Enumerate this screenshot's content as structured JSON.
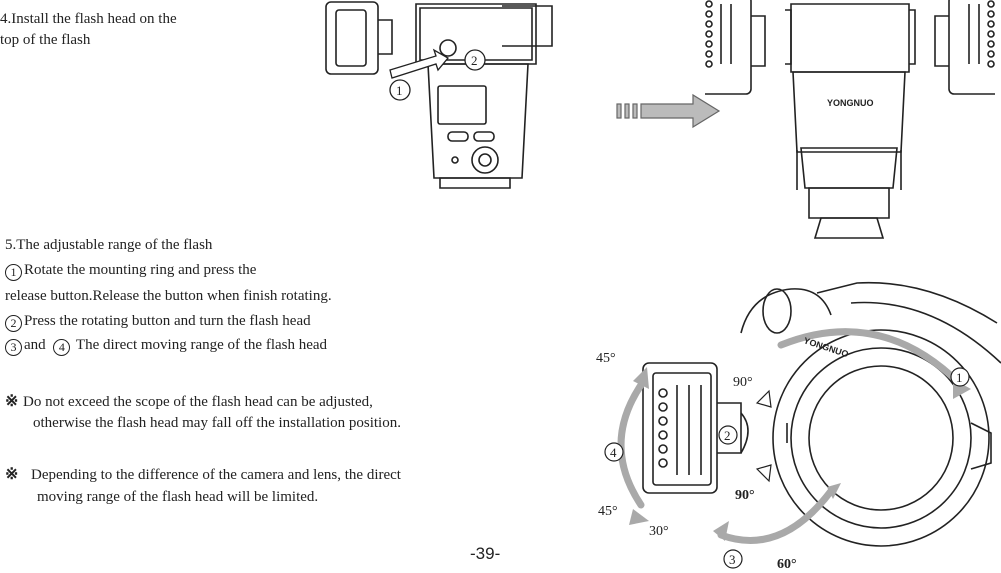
{
  "step4": {
    "line1": "4.Install the flash head on the",
    "line2": "top of the flash"
  },
  "step5": {
    "title": "5.The adjustable range of the flash",
    "item1_num": "1",
    "item1_line1": "Rotate the mounting ring and press the",
    "item1_line2": "release button.Release the button when finish rotating.",
    "item2_num": "2",
    "item2": "Press the rotating button and turn the flash head",
    "item3_num": "3",
    "item3_mid": "and",
    "item4_num": "4",
    "item34_text": "The direct moving range of the flash head"
  },
  "notes": {
    "symbol": "※",
    "note1_line1": "Do not exceed the scope of the flash head can be adjusted,",
    "note1_line2": "otherwise the flash head may fall off the installation position.",
    "note2_line1": "Depending to the difference of the camera and lens, the direct",
    "note2_line2": "moving range of the flash head will be limited."
  },
  "figure_top": {
    "callout1": "1",
    "callout2": "2",
    "brand": "YONGNUO"
  },
  "figure_bottom": {
    "brand": "YONGNUO",
    "angle_45_top": "45°",
    "angle_45_bottom": "45°",
    "angle_90_top": "90°",
    "angle_90_bottom": "90°",
    "angle_30": "30°",
    "angle_60": "60°",
    "callout1": "1",
    "callout2": "2",
    "callout3": "3",
    "callout4": "4"
  },
  "page_number": "-39-"
}
